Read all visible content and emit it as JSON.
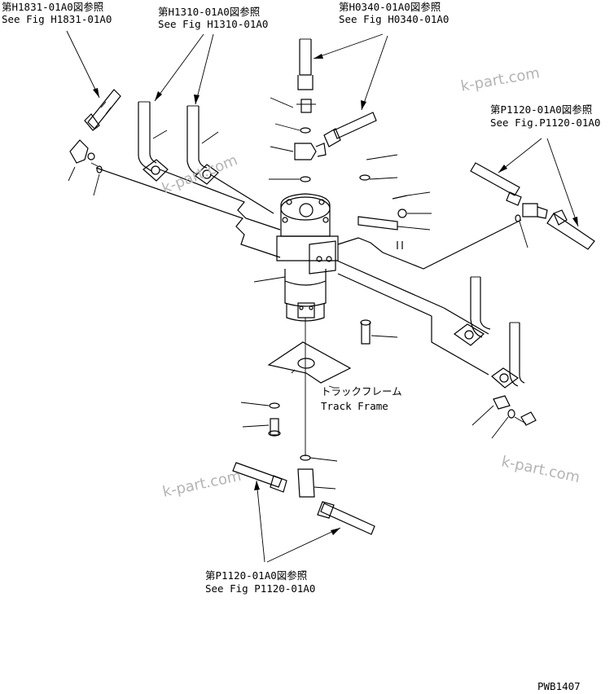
{
  "refs": {
    "h1831": {
      "jp": "第H1831-01A0図参照",
      "en": "See Fig H1831-01A0"
    },
    "h1310": {
      "jp": "第H1310-01A0図参照",
      "en": "See Fig H1310-01A0"
    },
    "h0340": {
      "jp": "第H0340-01A0図参照",
      "en": "See Fig H0340-01A0"
    },
    "p1120_right": {
      "jp": "第P1120-01A0図参照",
      "en": "See Fig.P1120-01A0"
    },
    "p1120_bottom": {
      "jp": "第P1120-01A0図参照",
      "en": "See Fig P1120-01A0"
    }
  },
  "track_frame": {
    "jp": "トラックフレーム",
    "en": "Track Frame"
  },
  "watermark": "k-part.com",
  "drawing_code": "PWB1407",
  "colors": {
    "line": "#000000",
    "watermark": "#b4b4b4",
    "background": "#ffffff"
  }
}
